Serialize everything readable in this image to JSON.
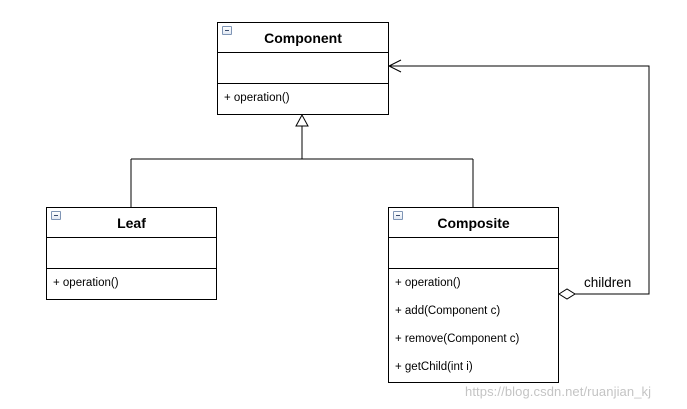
{
  "classes": {
    "component": {
      "name": "Component",
      "operations": [
        "+ operation()"
      ]
    },
    "leaf": {
      "name": "Leaf",
      "operations": [
        "+ operation()"
      ]
    },
    "composite": {
      "name": "Composite",
      "operations": [
        "+ operation()",
        "+ add(Component c)",
        "+ remove(Component c)",
        "+ getChild(int i)"
      ]
    }
  },
  "relations": {
    "aggregation_label": "children"
  },
  "watermark": "https://blog.csdn.net/ruanjian_kj",
  "colors": {
    "line": "#000000",
    "watermark": "#c4c4c4",
    "icon_border": "#7f95b5"
  }
}
